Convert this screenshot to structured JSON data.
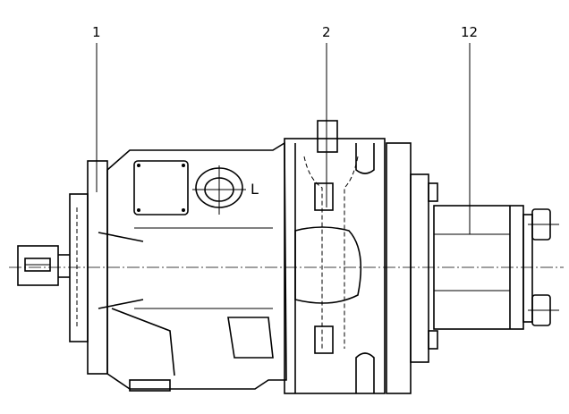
{
  "drawing": {
    "callouts": [
      {
        "id": "1",
        "label": "1"
      },
      {
        "id": "2",
        "label": "2"
      },
      {
        "id": "12",
        "label": "12"
      }
    ],
    "port_label": "L"
  }
}
